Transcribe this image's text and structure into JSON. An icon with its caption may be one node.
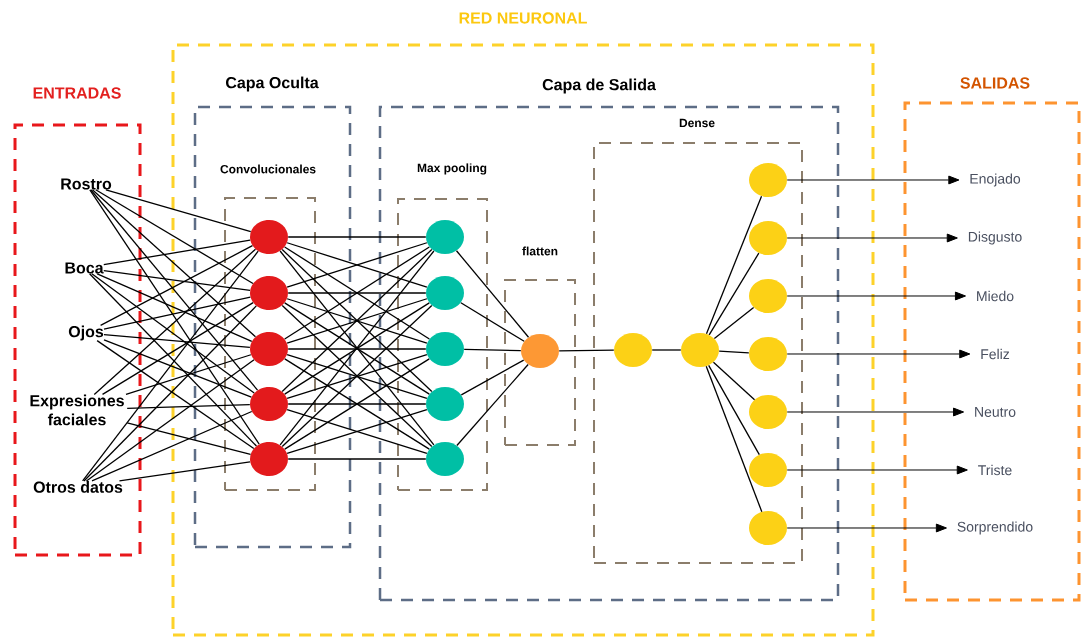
{
  "diagram": {
    "nodes": [
      {
        "text": [
          "RED NEURONAL"
        ]
      },
      {
        "text": [
          "ENTRADAS"
        ]
      },
      {
        "text": [
          "Capa Oculta"
        ],
        "in": 0
      },
      {
        "text": [
          "Convolucionales"
        ],
        "in": 2
      },
      {
        "text": [
          "Capa de Salida"
        ],
        "in": 0
      },
      {
        "text": [
          "Max pooling"
        ],
        "in": 4
      },
      {
        "text": [
          "flatten"
        ],
        "in": 4
      },
      {
        "text": [
          "Dense"
        ],
        "in": 4
      },
      {
        "text": [
          "SALIDAS"
        ]
      },
      {
        "text": [
          "Rostro"
        ],
        "in": 1
      },
      {
        "text": [
          "Boca"
        ],
        "in": 1
      },
      {
        "text": [
          "Ojos"
        ],
        "in": 1
      },
      {
        "text": [
          "Expresiones faciales"
        ],
        "in": 1
      },
      {
        "text": [
          "Otros datos"
        ],
        "in": 1
      },
      {
        "text": [],
        "shape": "circle",
        "in": 3
      },
      {
        "text": [],
        "shape": "circle",
        "in": 3
      },
      {
        "text": [],
        "shape": "circle",
        "in": 3
      },
      {
        "text": [],
        "shape": "circle",
        "in": 3
      },
      {
        "text": [],
        "shape": "circle",
        "in": 3
      },
      {
        "text": [],
        "shape": "circle",
        "in": 5
      },
      {
        "text": [],
        "shape": "circle",
        "in": 5
      },
      {
        "text": [],
        "shape": "circle",
        "in": 5
      },
      {
        "text": [],
        "shape": "circle",
        "in": 5
      },
      {
        "text": [],
        "shape": "circle",
        "in": 5
      },
      {
        "text": [],
        "shape": "circle",
        "in": 6
      },
      {
        "text": [],
        "shape": "circle",
        "in": 7
      },
      {
        "text": [],
        "shape": "circle",
        "in": 7
      },
      {
        "text": [],
        "shape": "circle",
        "in": 7
      },
      {
        "text": [],
        "shape": "circle",
        "in": 7
      },
      {
        "text": [],
        "shape": "circle",
        "in": 7
      },
      {
        "text": [],
        "shape": "circle",
        "in": 7
      },
      {
        "text": [],
        "shape": "circle",
        "in": 7
      },
      {
        "text": [],
        "shape": "circle",
        "in": 7
      },
      {
        "text": [],
        "shape": "circle",
        "in": 7
      },
      {
        "text": [
          "Enojado"
        ],
        "in": 8
      },
      {
        "text": [
          "Disgusto"
        ],
        "in": 8
      },
      {
        "text": [
          "Miedo"
        ],
        "in": 8
      },
      {
        "text": [
          "Feliz"
        ],
        "in": 8
      },
      {
        "text": [
          "Neutro"
        ],
        "in": 8
      },
      {
        "text": [
          "Triste"
        ],
        "in": 8
      },
      {
        "text": [
          "Sorprendido"
        ],
        "in": 8
      }
    ],
    "edges": [
      {
        "from": 9,
        "to": 14,
        "arrow": "none"
      },
      {
        "from": 9,
        "to": 15,
        "arrow": "none"
      },
      {
        "from": 9,
        "to": 16,
        "arrow": "none"
      },
      {
        "from": 9,
        "to": 17,
        "arrow": "none"
      },
      {
        "from": 9,
        "to": 18,
        "arrow": "none"
      },
      {
        "from": 10,
        "to": 14,
        "arrow": "none"
      },
      {
        "from": 10,
        "to": 15,
        "arrow": "none"
      },
      {
        "from": 10,
        "to": 16,
        "arrow": "none"
      },
      {
        "from": 10,
        "to": 17,
        "arrow": "none"
      },
      {
        "from": 10,
        "to": 18,
        "arrow": "none"
      },
      {
        "from": 11,
        "to": 14,
        "arrow": "none"
      },
      {
        "from": 11,
        "to": 15,
        "arrow": "none"
      },
      {
        "from": 11,
        "to": 16,
        "arrow": "none"
      },
      {
        "from": 11,
        "to": 17,
        "arrow": "none"
      },
      {
        "from": 11,
        "to": 18,
        "arrow": "none"
      },
      {
        "from": 12,
        "to": 14,
        "arrow": "none"
      },
      {
        "from": 12,
        "to": 15,
        "arrow": "none"
      },
      {
        "from": 12,
        "to": 16,
        "arrow": "none"
      },
      {
        "from": 12,
        "to": 17,
        "arrow": "none"
      },
      {
        "from": 12,
        "to": 18,
        "arrow": "none"
      },
      {
        "from": 13,
        "to": 14,
        "arrow": "none"
      },
      {
        "from": 13,
        "to": 15,
        "arrow": "none"
      },
      {
        "from": 13,
        "to": 16,
        "arrow": "none"
      },
      {
        "from": 13,
        "to": 17,
        "arrow": "none"
      },
      {
        "from": 13,
        "to": 18,
        "arrow": "none"
      },
      {
        "from": 14,
        "to": 19,
        "arrow": "none"
      },
      {
        "from": 14,
        "to": 20,
        "arrow": "none"
      },
      {
        "from": 14,
        "to": 21,
        "arrow": "none"
      },
      {
        "from": 14,
        "to": 22,
        "arrow": "none"
      },
      {
        "from": 14,
        "to": 23,
        "arrow": "none"
      },
      {
        "from": 15,
        "to": 19,
        "arrow": "none"
      },
      {
        "from": 15,
        "to": 20,
        "arrow": "none"
      },
      {
        "from": 15,
        "to": 21,
        "arrow": "none"
      },
      {
        "from": 15,
        "to": 22,
        "arrow": "none"
      },
      {
        "from": 15,
        "to": 23,
        "arrow": "none"
      },
      {
        "from": 16,
        "to": 19,
        "arrow": "none"
      },
      {
        "from": 16,
        "to": 20,
        "arrow": "none"
      },
      {
        "from": 16,
        "to": 21,
        "arrow": "none"
      },
      {
        "from": 16,
        "to": 22,
        "arrow": "none"
      },
      {
        "from": 16,
        "to": 23,
        "arrow": "none"
      },
      {
        "from": 17,
        "to": 19,
        "arrow": "none"
      },
      {
        "from": 17,
        "to": 20,
        "arrow": "none"
      },
      {
        "from": 17,
        "to": 21,
        "arrow": "none"
      },
      {
        "from": 17,
        "to": 22,
        "arrow": "none"
      },
      {
        "from": 17,
        "to": 23,
        "arrow": "none"
      },
      {
        "from": 18,
        "to": 19,
        "arrow": "none"
      },
      {
        "from": 18,
        "to": 20,
        "arrow": "none"
      },
      {
        "from": 18,
        "to": 21,
        "arrow": "none"
      },
      {
        "from": 18,
        "to": 22,
        "arrow": "none"
      },
      {
        "from": 18,
        "to": 23,
        "arrow": "none"
      },
      {
        "from": 19,
        "to": 24,
        "arrow": "none"
      },
      {
        "from": 20,
        "to": 24,
        "arrow": "none"
      },
      {
        "from": 21,
        "to": 24,
        "arrow": "none"
      },
      {
        "from": 22,
        "to": 24,
        "arrow": "none"
      },
      {
        "from": 23,
        "to": 24,
        "arrow": "none"
      },
      {
        "from": 24,
        "to": 25,
        "arrow": "none"
      },
      {
        "from": 25,
        "to": 26,
        "arrow": "none"
      },
      {
        "from": 26,
        "to": 27,
        "arrow": "none"
      },
      {
        "from": 26,
        "to": 28,
        "arrow": "none"
      },
      {
        "from": 26,
        "to": 29,
        "arrow": "none"
      },
      {
        "from": 26,
        "to": 30,
        "arrow": "none"
      },
      {
        "from": 26,
        "to": 31,
        "arrow": "none"
      },
      {
        "from": 26,
        "to": 32,
        "arrow": "none"
      },
      {
        "from": 26,
        "to": 33,
        "arrow": "none"
      },
      {
        "from": 27,
        "to": 34,
        "arrow": "to"
      },
      {
        "from": 28,
        "to": 35,
        "arrow": "to"
      },
      {
        "from": 29,
        "to": 36,
        "arrow": "to"
      },
      {
        "from": 30,
        "to": 37,
        "arrow": "to"
      },
      {
        "from": 31,
        "to": 38,
        "arrow": "to"
      },
      {
        "from": 32,
        "to": 39,
        "arrow": "to"
      },
      {
        "from": 33,
        "to": 40,
        "arrow": "to"
      }
    ]
  }
}
